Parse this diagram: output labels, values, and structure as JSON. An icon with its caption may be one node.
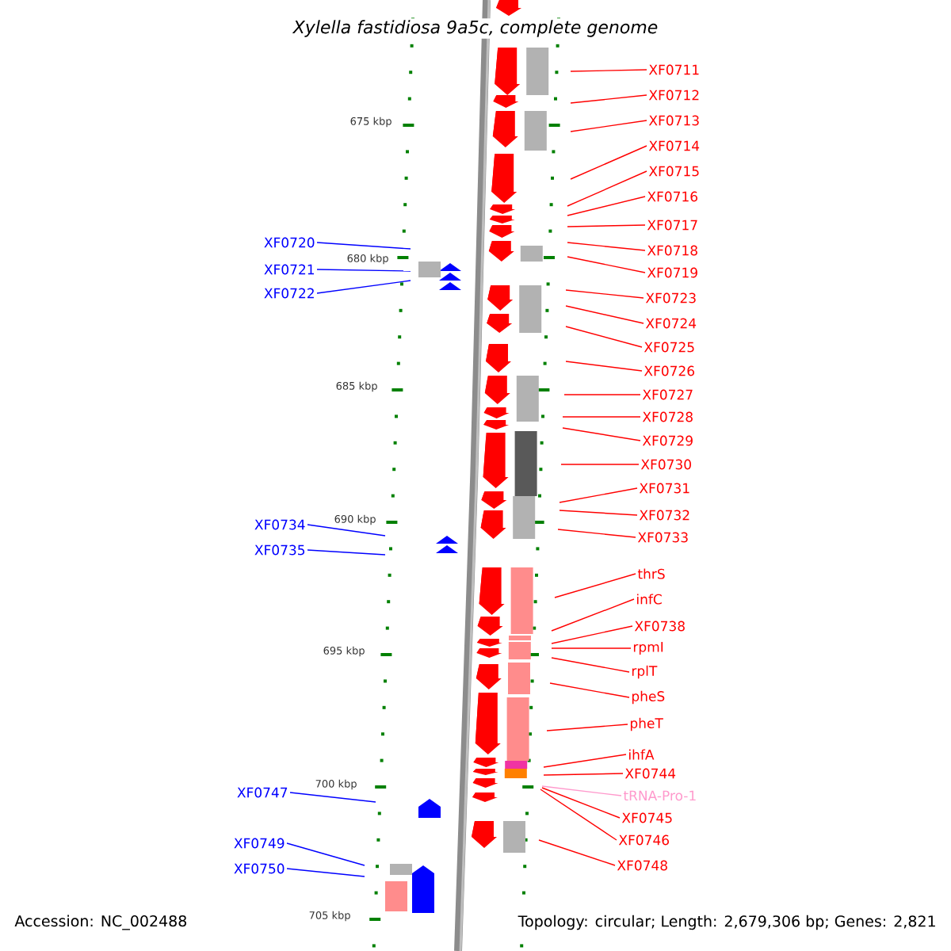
{
  "diagram": {
    "title": "Xylella fastidiosa 9a5c, complete genome",
    "nodes": [
      {
        "text": [
          "XF0711"
        ]
      },
      {
        "text": [
          "XF0712"
        ]
      },
      {
        "text": [
          "XF0713"
        ]
      },
      {
        "text": [
          "XF0714"
        ]
      },
      {
        "text": [
          "XF0715"
        ]
      },
      {
        "text": [
          "XF0716"
        ]
      },
      {
        "text": [
          "XF0717"
        ]
      },
      {
        "text": [
          "XF0720"
        ]
      },
      {
        "text": [
          "XF0718"
        ]
      },
      {
        "text": [
          "XF0721"
        ]
      },
      {
        "text": [
          "XF0719"
        ]
      },
      {
        "text": [
          "XF0722"
        ]
      },
      {
        "text": [
          "XF0723"
        ]
      },
      {
        "text": [
          "XF0724"
        ]
      },
      {
        "text": [
          "XF0725"
        ]
      },
      {
        "text": [
          "XF0726"
        ]
      },
      {
        "text": [
          "XF0727"
        ]
      },
      {
        "text": [
          "XF0728"
        ]
      },
      {
        "text": [
          "XF0729"
        ]
      },
      {
        "text": [
          "XF0730"
        ]
      },
      {
        "text": [
          "XF0731"
        ]
      },
      {
        "text": [
          "XF0732"
        ]
      },
      {
        "text": [
          "XF0734"
        ]
      },
      {
        "text": [
          "XF0733"
        ]
      },
      {
        "text": [
          "XF0735"
        ]
      },
      {
        "text": [
          "thrS"
        ]
      },
      {
        "text": [
          "infC"
        ]
      },
      {
        "text": [
          "XF0738"
        ]
      },
      {
        "text": [
          "rpmI"
        ]
      },
      {
        "text": [
          "rplT"
        ]
      },
      {
        "text": [
          "pheS"
        ]
      },
      {
        "text": [
          "pheT"
        ]
      },
      {
        "text": [
          "ihfA"
        ]
      },
      {
        "text": [
          "XF0744"
        ]
      },
      {
        "text": [
          "XF0747"
        ]
      },
      {
        "text": [
          "tRNA-Pro-1"
        ]
      },
      {
        "text": [
          "XF0745"
        ]
      },
      {
        "text": [
          "XF0746"
        ]
      },
      {
        "text": [
          "XF0749"
        ]
      },
      {
        "text": [
          "XF0748"
        ]
      },
      {
        "text": [
          "XF0750"
        ]
      }
    ],
    "edges": [
      {
        "from": 0,
        "to": null,
        "arrow": "none"
      },
      {
        "from": 1,
        "to": null,
        "arrow": "none"
      },
      {
        "from": 2,
        "to": null,
        "arrow": "none"
      },
      {
        "from": 3,
        "to": null,
        "arrow": "none"
      },
      {
        "from": 4,
        "to": null,
        "arrow": "none"
      },
      {
        "from": 5,
        "to": null,
        "arrow": "none"
      },
      {
        "from": 6,
        "to": null,
        "arrow": "none"
      },
      {
        "from": 7,
        "to": null,
        "arrow": "none",
        "color": "#0000ff"
      },
      {
        "from": 8,
        "to": null,
        "arrow": "none"
      },
      {
        "from": 9,
        "to": null,
        "arrow": "none",
        "color": "#0000ff"
      },
      {
        "from": 10,
        "to": null,
        "arrow": "none"
      },
      {
        "from": 11,
        "to": null,
        "arrow": "none",
        "color": "#0000ff"
      },
      {
        "from": 12,
        "to": null,
        "arrow": "none"
      },
      {
        "from": 13,
        "to": null,
        "arrow": "none"
      },
      {
        "from": 14,
        "to": null,
        "arrow": "none"
      },
      {
        "from": 15,
        "to": null,
        "arrow": "none"
      },
      {
        "from": 16,
        "to": null,
        "arrow": "none"
      },
      {
        "from": 17,
        "to": null,
        "arrow": "none"
      },
      {
        "from": 18,
        "to": null,
        "arrow": "none"
      },
      {
        "from": 19,
        "to": null,
        "arrow": "none"
      },
      {
        "from": 20,
        "to": null,
        "arrow": "none"
      },
      {
        "from": 21,
        "to": null,
        "arrow": "none"
      },
      {
        "from": 22,
        "to": null,
        "arrow": "none",
        "color": "#0000ff"
      },
      {
        "from": 23,
        "to": null,
        "arrow": "none"
      },
      {
        "from": 24,
        "to": null,
        "arrow": "none",
        "color": "#0000ff"
      },
      {
        "from": 25,
        "to": null,
        "arrow": "none"
      },
      {
        "from": 26,
        "to": null,
        "arrow": "none"
      },
      {
        "from": 27,
        "to": null,
        "arrow": "none"
      },
      {
        "from": 28,
        "to": null,
        "arrow": "none"
      },
      {
        "from": 29,
        "to": null,
        "arrow": "none"
      },
      {
        "from": 30,
        "to": null,
        "arrow": "none"
      },
      {
        "from": 31,
        "to": null,
        "arrow": "none"
      },
      {
        "from": 32,
        "to": null,
        "arrow": "none"
      },
      {
        "from": 33,
        "to": null,
        "arrow": "none"
      },
      {
        "from": 34,
        "to": null,
        "arrow": "none",
        "color": "#0000ff"
      },
      {
        "from": 35,
        "to": null,
        "arrow": "none",
        "color": "#ff99cc"
      },
      {
        "from": 36,
        "to": null,
        "arrow": "none"
      },
      {
        "from": 37,
        "to": null,
        "arrow": "none"
      },
      {
        "from": 38,
        "to": null,
        "arrow": "none",
        "color": "#0000ff"
      },
      {
        "from": 39,
        "to": null,
        "arrow": "none"
      },
      {
        "from": 40,
        "to": null,
        "arrow": "none",
        "color": "#0000ff"
      }
    ],
    "labels": [
      "675 kbp",
      "680 kbp",
      "685 kbp",
      "690 kbp",
      "695 kbp",
      "700 kbp",
      "705 kbp",
      "Accession: NC_002488",
      "Topology: circular; Length: 2,679,306 bp; Genes: 2,821"
    ]
  }
}
